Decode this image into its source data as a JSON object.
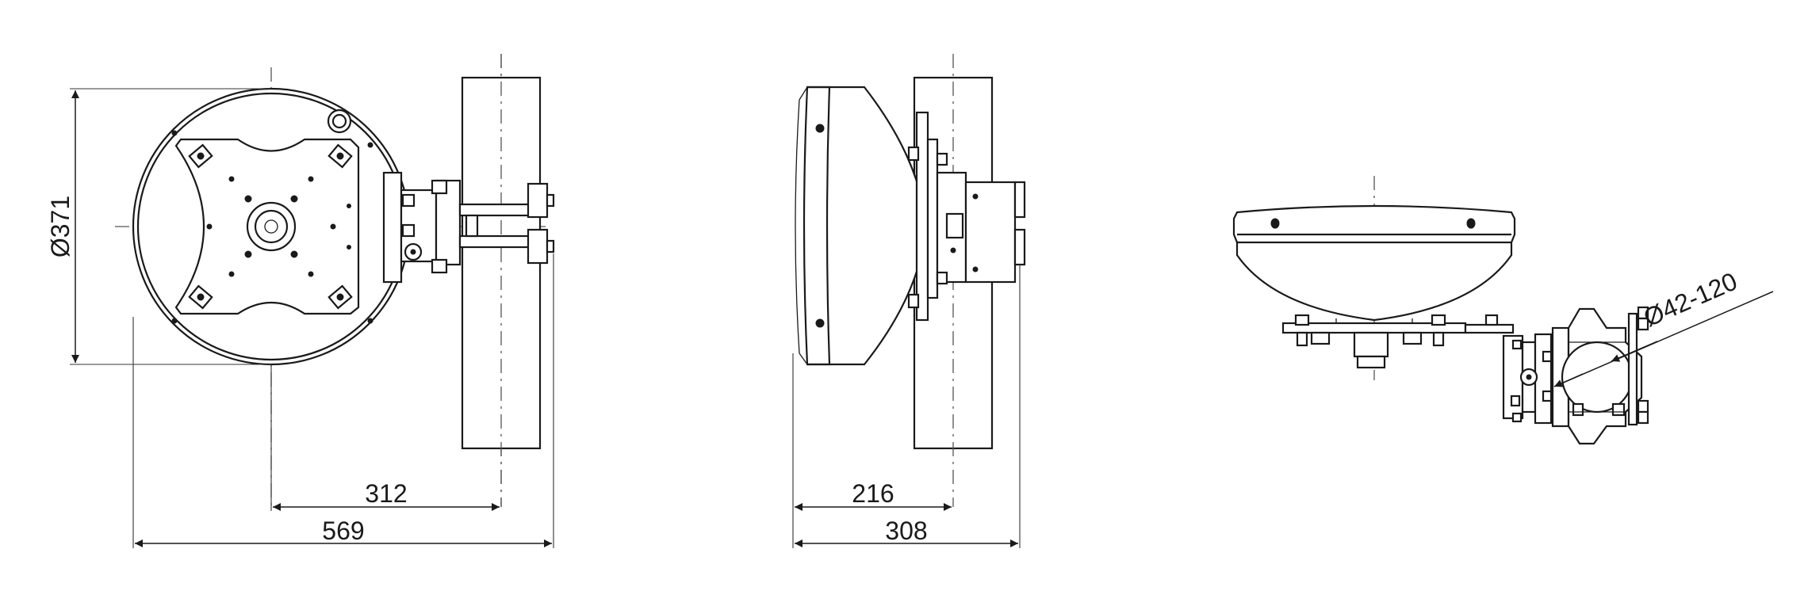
{
  "dimensions": {
    "front_diameter": "Ø371",
    "front_center_to_pole": "312",
    "front_overall_width": "569",
    "side_depth_to_pole": "216",
    "side_overall_depth": "308",
    "pole_diameter_range": "Ø42-120"
  },
  "views": [
    "front-view",
    "side-view",
    "top-view"
  ]
}
